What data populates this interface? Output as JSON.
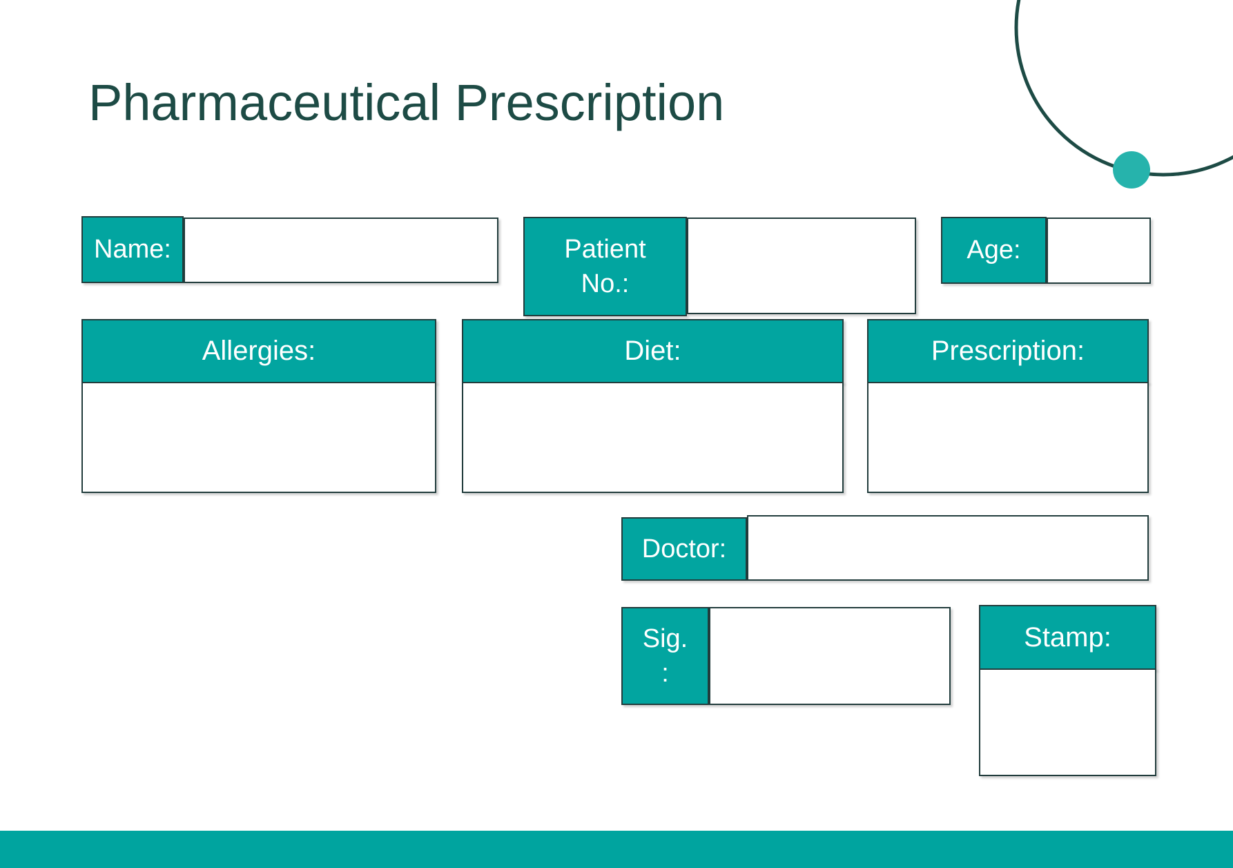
{
  "slide": {
    "title": "Pharmaceutical Prescription"
  },
  "colors": {
    "teal": "#02A5A0",
    "footer_bar": "#00A49F",
    "accent_dot": "#26B3AC",
    "title_text": "#1D4B45",
    "box_border": "#213C3C",
    "label_text": "#FFFFFF"
  },
  "fields": {
    "name": {
      "label": "Name:",
      "value": ""
    },
    "patient_no": {
      "label_lines": [
        "Patient",
        "No.:"
      ],
      "value": ""
    },
    "age": {
      "label": "Age:",
      "value": ""
    },
    "allergies": {
      "label": "Allergies:",
      "value": ""
    },
    "diet": {
      "label": "Diet:",
      "value": ""
    },
    "prescription": {
      "label": "Prescription:",
      "value": ""
    },
    "doctor": {
      "label": "Doctor:",
      "value": ""
    },
    "sig": {
      "label_lines": [
        "Sig.",
        ":"
      ],
      "value": ""
    },
    "stamp": {
      "label": "Stamp:",
      "value": ""
    }
  }
}
